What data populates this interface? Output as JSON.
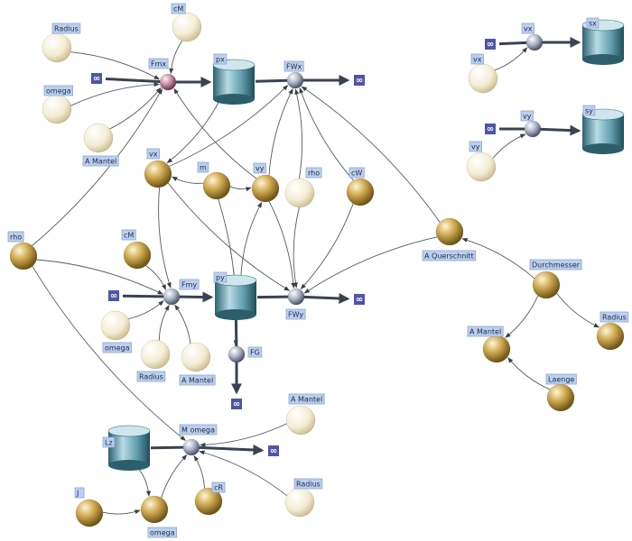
{
  "colors": {
    "variable_gold": "#c8a24a",
    "parameter_cream": "#f3ecd2",
    "converter_steel": "#8d97ad",
    "converter_pink": "#b9788e",
    "stock_teal": "#4f8fa0",
    "infinity_box": "#4d55a8"
  },
  "infinity_symbol": "∞",
  "nodes": {
    "p_radius_top": {
      "label": "Radius",
      "kind": "param"
    },
    "p_cm_top": {
      "label": "cM",
      "kind": "param"
    },
    "p_omega_top": {
      "label": "omega",
      "kind": "param"
    },
    "p_amantel_top": {
      "label": "A Mantel",
      "kind": "param"
    },
    "c_fmx": {
      "label": "Fmx",
      "kind": "conv-pink"
    },
    "s_px": {
      "label": "px",
      "kind": "stock"
    },
    "c_fwx": {
      "label": "FWx",
      "kind": "conv"
    },
    "v_vx_mid": {
      "label": "vx",
      "kind": "var"
    },
    "v_m": {
      "label": "m",
      "kind": "var"
    },
    "v_vy_mid": {
      "label": "vy",
      "kind": "var"
    },
    "p_rho_mid": {
      "label": "rho",
      "kind": "param"
    },
    "v_cw": {
      "label": "cW",
      "kind": "var"
    },
    "v_rho_left": {
      "label": "rho",
      "kind": "var"
    },
    "v_cm_mid": {
      "label": "cM",
      "kind": "var"
    },
    "c_fmy": {
      "label": "Fmy",
      "kind": "conv"
    },
    "s_py": {
      "label": "py",
      "kind": "stock"
    },
    "c_fwy": {
      "label": "FWy",
      "kind": "conv"
    },
    "p_omega_mid": {
      "label": "omega",
      "kind": "param"
    },
    "p_radius_mid": {
      "label": "Radius",
      "kind": "param"
    },
    "p_amantel_mid": {
      "label": "A Mantel",
      "kind": "param"
    },
    "c_fg": {
      "label": "FG",
      "kind": "conv"
    },
    "v_aquer": {
      "label": "A Querschnitt",
      "kind": "var"
    },
    "v_durch": {
      "label": "Durchmesser",
      "kind": "var"
    },
    "v_amantel_r": {
      "label": "A Mantel",
      "kind": "var"
    },
    "v_radius_r": {
      "label": "Radius",
      "kind": "var"
    },
    "v_laenge": {
      "label": "Laenge",
      "kind": "var"
    },
    "p_vx_tr": {
      "label": "vx",
      "kind": "param"
    },
    "c_vx_tr": {
      "label": "vx",
      "kind": "conv"
    },
    "s_sx": {
      "label": "sx",
      "kind": "stock"
    },
    "p_vy_tr": {
      "label": "vy",
      "kind": "param"
    },
    "c_vy_tr": {
      "label": "vy",
      "kind": "conv"
    },
    "s_sy": {
      "label": "sy",
      "kind": "stock"
    },
    "s_lz": {
      "label": "Lz",
      "kind": "stock"
    },
    "c_momega": {
      "label": "M omega",
      "kind": "conv"
    },
    "p_amantel_bot": {
      "label": "A Mantel",
      "kind": "param"
    },
    "p_radius_bot": {
      "label": "Radius",
      "kind": "param"
    },
    "v_j": {
      "label": "J",
      "kind": "var"
    },
    "v_omega_bot": {
      "label": "omega",
      "kind": "var"
    },
    "v_cr": {
      "label": "cR",
      "kind": "var"
    }
  },
  "links": [
    [
      "p_radius_top",
      "c_fmx"
    ],
    [
      "p_cm_top",
      "c_fmx"
    ],
    [
      "p_omega_top",
      "c_fmx"
    ],
    [
      "p_amantel_top",
      "c_fmx"
    ],
    [
      "v_vy_mid",
      "c_fmx"
    ],
    [
      "v_rho_left",
      "c_fmx"
    ],
    [
      "s_px",
      "v_vx_mid"
    ],
    [
      "v_vx_mid",
      "c_fwx"
    ],
    [
      "v_vy_mid",
      "c_fwx"
    ],
    [
      "p_rho_mid",
      "c_fwx"
    ],
    [
      "v_cw",
      "c_fwx"
    ],
    [
      "v_aquer",
      "c_fwx"
    ],
    [
      "v_m",
      "v_vx_mid"
    ],
    [
      "v_m",
      "v_vy_mid"
    ],
    [
      "s_py",
      "v_vy_mid"
    ],
    [
      "v_vx_mid",
      "c_fmy"
    ],
    [
      "v_cm_mid",
      "c_fmy"
    ],
    [
      "p_omega_mid",
      "c_fmy"
    ],
    [
      "p_radius_mid",
      "c_fmy"
    ],
    [
      "p_amantel_mid",
      "c_fmy"
    ],
    [
      "v_rho_left",
      "c_fmy"
    ],
    [
      "v_vx_mid",
      "c_fwy"
    ],
    [
      "v_vy_mid",
      "c_fwy"
    ],
    [
      "p_rho_mid",
      "c_fwy"
    ],
    [
      "v_cw",
      "c_fwy"
    ],
    [
      "v_aquer",
      "c_fwy"
    ],
    [
      "v_m",
      "c_fg"
    ],
    [
      "v_durch",
      "v_aquer"
    ],
    [
      "v_durch",
      "v_amantel_r"
    ],
    [
      "v_durch",
      "v_radius_r"
    ],
    [
      "v_laenge",
      "v_amantel_r"
    ],
    [
      "p_vx_tr",
      "c_vx_tr"
    ],
    [
      "p_vy_tr",
      "c_vy_tr"
    ],
    [
      "v_rho_left",
      "c_momega"
    ],
    [
      "p_amantel_bot",
      "c_momega"
    ],
    [
      "p_radius_bot",
      "c_momega"
    ],
    [
      "v_omega_bot",
      "c_momega"
    ],
    [
      "v_cr",
      "c_momega"
    ],
    [
      "s_lz",
      "v_omega_bot"
    ],
    [
      "v_j",
      "v_omega_bot"
    ]
  ],
  "flows": [
    [
      "inf",
      "c_fmx",
      "s_px"
    ],
    [
      "s_px",
      "c_fwx",
      "inf"
    ],
    [
      "inf",
      "c_fmy",
      "s_py"
    ],
    [
      "s_py",
      "c_fwy",
      "inf"
    ],
    [
      "s_py",
      "c_fg",
      "inf"
    ],
    [
      "inf",
      "c_vx_tr",
      "s_sx"
    ],
    [
      "inf",
      "c_vy_tr",
      "s_sy"
    ],
    [
      "s_lz",
      "c_momega",
      "inf"
    ]
  ]
}
